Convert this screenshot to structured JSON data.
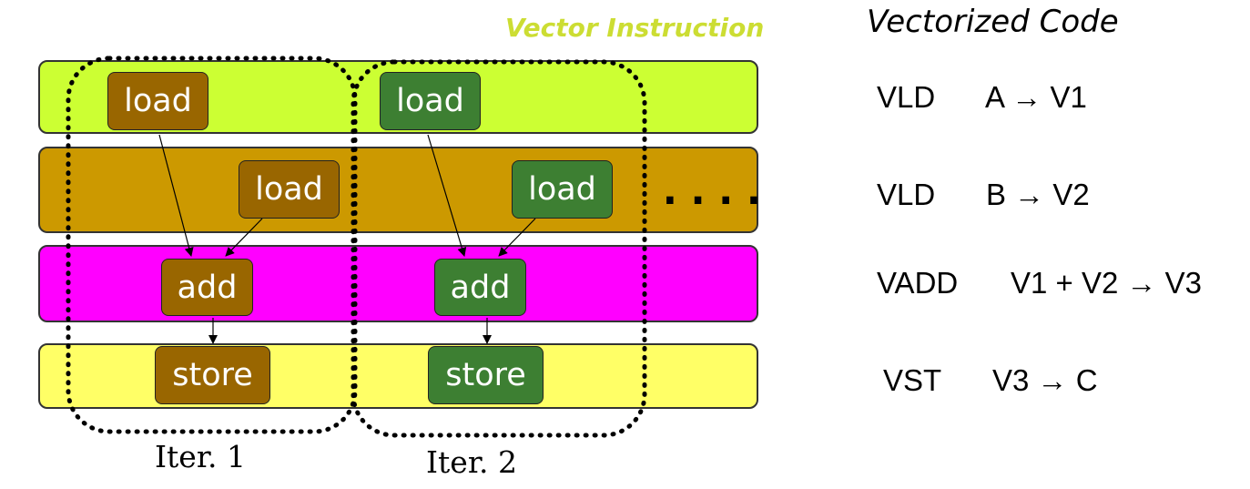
{
  "header": {
    "vector_instruction_label": "Vector Instruction",
    "code_title": "Vectorized Code"
  },
  "lanes": [
    {
      "color": "#ccff33"
    },
    {
      "color": "#cc9900"
    },
    {
      "color": "#ff00ff"
    },
    {
      "color": "#ffff66"
    }
  ],
  "iterations": [
    {
      "label": "Iter. 1",
      "color": "#996600",
      "load1": "load",
      "load2": "load",
      "add": "add",
      "store": "store"
    },
    {
      "label": "Iter. 2",
      "color": "#3d7f32",
      "load1": "load",
      "load2": "load",
      "add": "add",
      "store": "store"
    }
  ],
  "ellipsis": "....",
  "code": [
    {
      "op": "VLD",
      "args": "A → V1"
    },
    {
      "op": "VLD",
      "args": "B → V2"
    },
    {
      "op": "VADD",
      "args": "V1 + V2 → V3"
    },
    {
      "op": "VST",
      "args": "V3 → C"
    }
  ]
}
